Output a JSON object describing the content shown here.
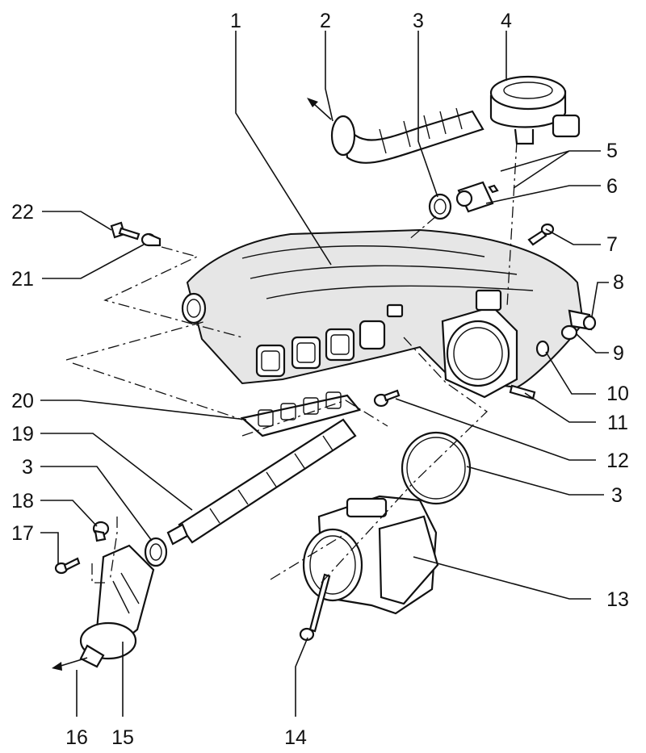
{
  "callouts": [
    "1",
    "2",
    "3",
    "4",
    "5",
    "6",
    "7",
    "8",
    "9",
    "10",
    "11",
    "12",
    "3",
    "13",
    "14",
    "15",
    "16",
    "17",
    "18",
    "3",
    "19",
    "20",
    "21",
    "22"
  ],
  "colors": {
    "ink": "#111111",
    "paper": "#ffffff",
    "shade": "#e6e6e6"
  }
}
